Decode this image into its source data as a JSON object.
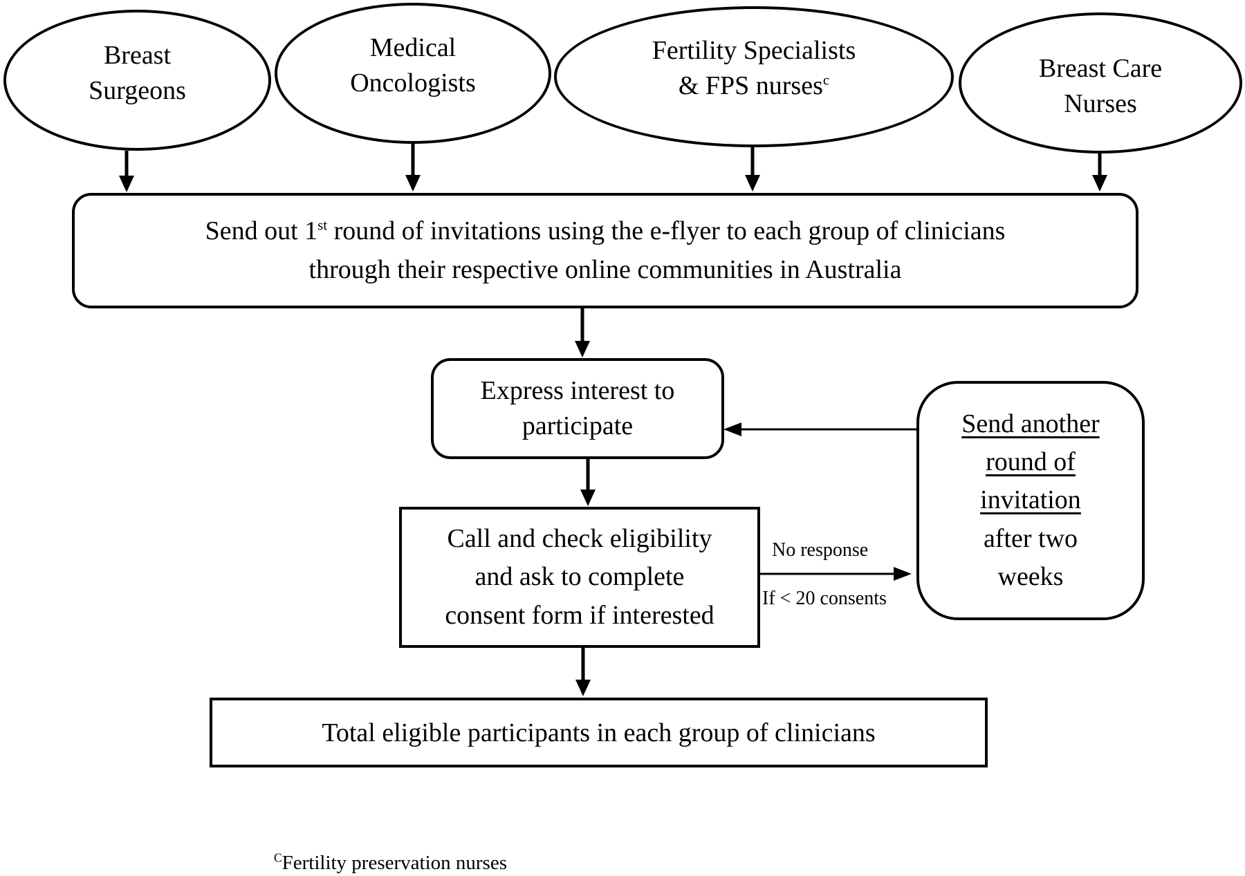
{
  "ellipses": {
    "breast_surgeons": [
      "Breast",
      "Surgeons"
    ],
    "medical_oncologists": [
      "Medical",
      "Oncologists"
    ],
    "fertility_specialists": {
      "line1": "Fertility Specialists",
      "line2": "& FPS nurses",
      "sup": "c"
    },
    "breast_care_nurses": [
      "Breast Care",
      "Nurses"
    ]
  },
  "invitation_box": {
    "line1_pre": "Send out 1",
    "line1_sup": "st",
    "line1_post": " round of invitations using the e-flyer to each group of clinicians",
    "line2": "through their respective online communities in Australia"
  },
  "interest_box": [
    "Express interest to",
    "participate"
  ],
  "eligibility_box": [
    "Call and check eligibility",
    "and ask to complete",
    "consent form if interested"
  ],
  "resend_box": {
    "underlined": [
      "Send another",
      "round of",
      "invitation"
    ],
    "plain": [
      "after two",
      "weeks"
    ]
  },
  "edge_labels": {
    "no_response": "No response",
    "if_consents": "If < 20 consents"
  },
  "total_box": "Total eligible participants in each group of clinicians",
  "footnote": {
    "sup": "C",
    "text": "Fertility preservation nurses"
  }
}
